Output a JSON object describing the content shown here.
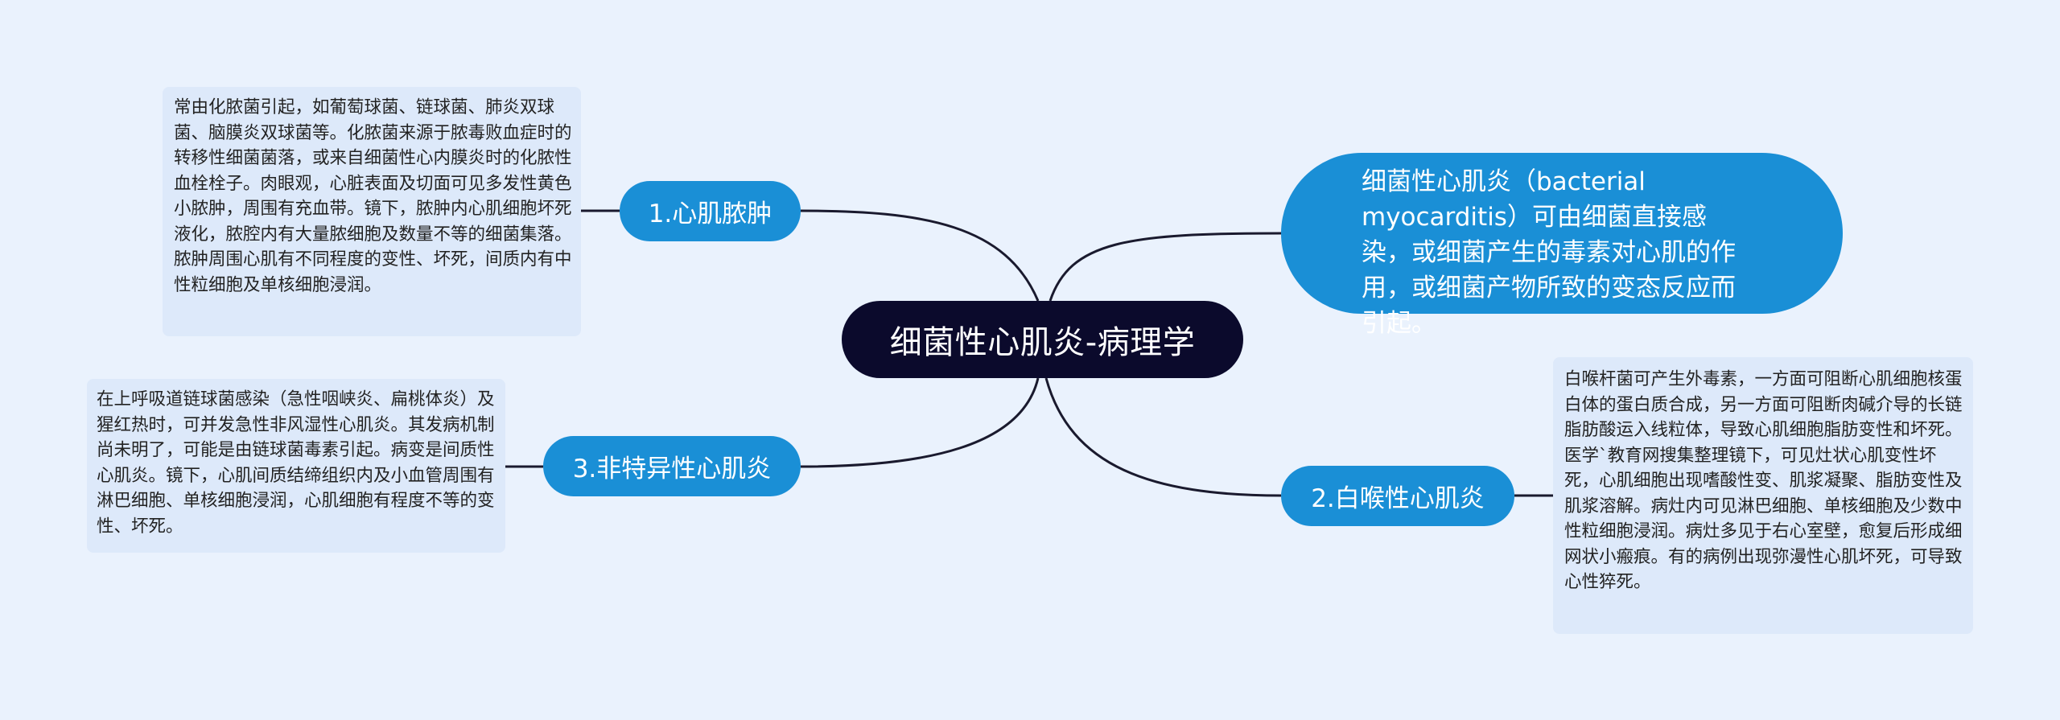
{
  "colors": {
    "background": "#eaf2fd",
    "center_node": "#0b0a2c",
    "branch_node": "#1a8fd6",
    "note_box": "#dde9fa",
    "line": "#1a1a2e"
  },
  "center": {
    "label": "细菌性心肌炎-病理学"
  },
  "intro": {
    "text": "细菌性心肌炎（bacterial myocarditis）可由细菌直接感染，或细菌产生的毒素对心肌的作用，或细菌产物所致的变态反应而引起。"
  },
  "branches": [
    {
      "label": "1.心肌脓肿",
      "note": "常由化脓菌引起，如葡萄球菌、链球菌、肺炎双球菌、脑膜炎双球菌等。化脓菌来源于脓毒败血症时的转移性细菌菌落，或来自细菌性心内膜炎时的化脓性血栓栓子。肉眼观，心脏表面及切面可见多发性黄色小脓肿，周围有充血带。镜下，脓肿内心肌细胞坏死液化，脓腔内有大量脓细胞及数量不等的细菌集落。脓肿周围心肌有不同程度的变性、坏死，间质内有中性粒细胞及单核细胞浸润。"
    },
    {
      "label": "2.白喉性心肌炎",
      "note": "白喉杆菌可产生外毒素，一方面可阻断心肌细胞核蛋白体的蛋白质合成，另一方面可阻断肉碱介导的长链脂肪酸运入线粒体，导致心肌细胞脂肪变性和坏死。医学`教育网搜集整理镜下，可见灶状心肌变性坏死，心肌细胞出现嗜酸性变、肌浆凝聚、脂肪变性及肌浆溶解。病灶内可见淋巴细胞、单核细胞及少数中性粒细胞浸润。病灶多见于右心室壁，愈复后形成细网状小瘢痕。有的病例出现弥漫性心肌坏死，可导致心性猝死。"
    },
    {
      "label": "3.非特异性心肌炎",
      "note": "在上呼吸道链球菌感染（急性咽峡炎、扁桃体炎）及猩红热时，可并发急性非风湿性心肌炎。其发病机制尚未明了，可能是由链球菌毒素引起。病变是间质性心肌炎。镜下，心肌间质结缔组织内及小血管周围有淋巴细胞、单核细胞浸润，心肌细胞有程度不等的变性、坏死。"
    }
  ]
}
